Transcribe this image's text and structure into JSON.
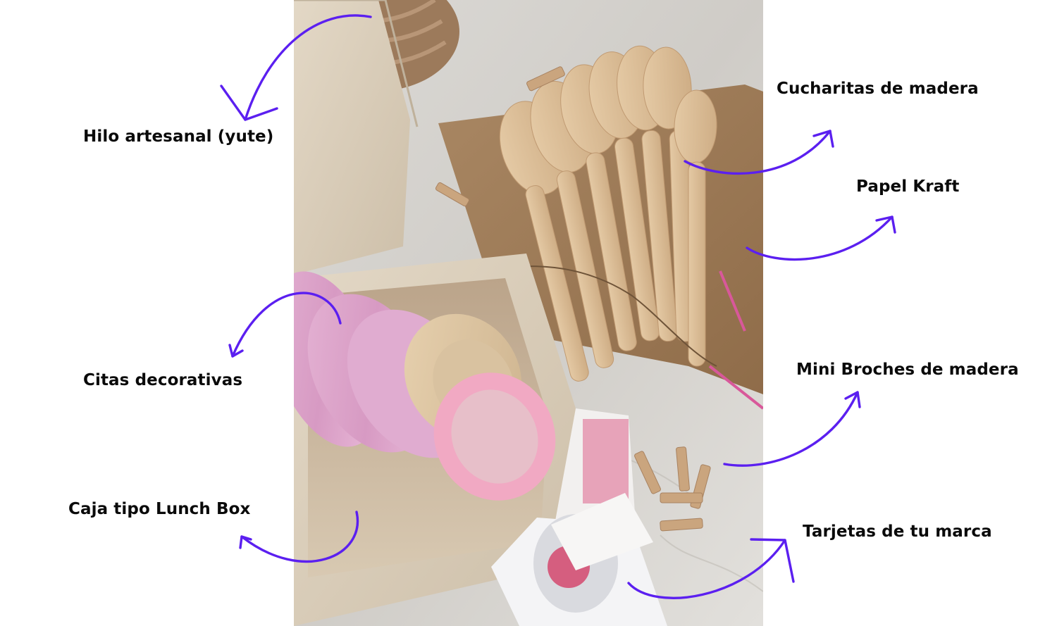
{
  "labels": {
    "hilo": "Hilo artesanal (yute)",
    "citas": "Citas decorativas",
    "caja": "Caja tipo Lunch Box",
    "cucharitas": "Cucharitas de madera",
    "papel": "Papel Kraft",
    "broches": "Mini Broches de madera",
    "tarjetas": "Tarjetas de tu marca"
  },
  "colors": {
    "arrow": "#5b1ff0",
    "text": "#0a0a0a",
    "background": "#ffffff"
  },
  "photo": {
    "description_icon": "product-photo"
  }
}
